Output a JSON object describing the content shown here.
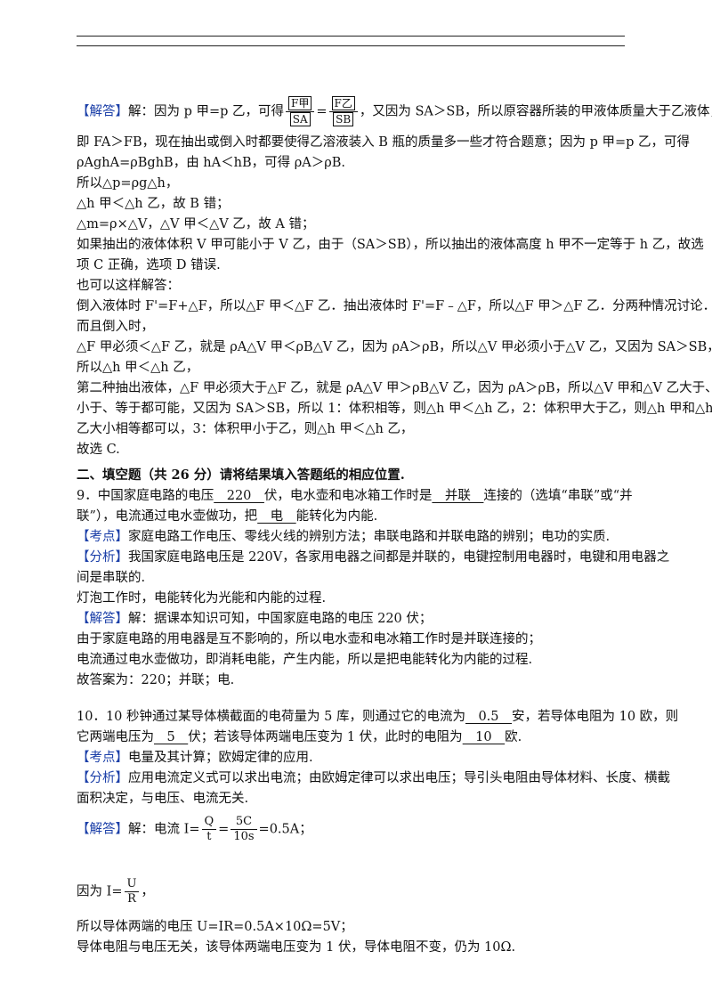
{
  "q8": {
    "l1_tag": "【解答】",
    "l1a": "解：因为 p 甲=p 乙，可得",
    "l1_f1_num": "F甲",
    "l1_f1_den": "SA",
    "l1_eq": "=",
    "l1_f2_num": "F乙",
    "l1_f2_den": "SB",
    "l1b": "，又因为 SA＞SB，所以原容器所装的甲液体质量大于乙液体，",
    "l2": "即 FA＞FB，现在抽出或倒入时都要使得乙溶液装入 B 瓶的质量多一些才符合题意；因为 p 甲=p 乙，可得",
    "l3": "ρAghA=ρBghB，由 hA＜hB，可得 ρA＞ρB.",
    "l4": "所以△p=ρg△h，",
    "l5": "△h 甲＜△h 乙，故 B 错；",
    "l6": "△m=ρ×△V，△V 甲＜△V 乙，故 A 错；",
    "l7": "如果抽出的液体体积 V 甲可能小于 V 乙，由于（SA＞SB），所以抽出的液体高度 h 甲不一定等于 h 乙，故选",
    "l8": "项 C 正确，选项 D 错误.",
    "l9": "也可以这样解答：",
    "l10": "倒入液体时 F'=F+△F，所以△F 甲＜△F 乙．抽出液体时 F'=F﹣△F，所以△F 甲＞△F 乙．分两种情况讨论．",
    "l11": "而且倒入时，",
    "l12": "△F 甲必须＜△F 乙，就是 ρA△V 甲＜ρB△V 乙，因为 ρA＞ρB，所以△V 甲必须小于△V 乙，又因为 SA＞SB，",
    "l13": "所以△h 甲＜△h 乙，",
    "l14": "第二种抽出液体，△F 甲必须大于△F 乙，就是 ρA△V 甲＞ρB△V 乙，因为 ρA＞ρB，所以△V 甲和△V 乙大于、",
    "l15": "小于、等于都可能，又因为 SA＞SB，所以 1：体积相等，则△h 甲＜△h 乙，2：体积甲大于乙，则△h 甲和△h",
    "l16": "乙大小相等都可以，3：体积甲小于乙，则△h 甲＜△h 乙，",
    "l17": "故选 C."
  },
  "section2": "二、填空题（共 26 分）请将结果填入答题纸的相应位置.",
  "q9": {
    "l1a": "9．中国家庭电路的电压",
    "blank1": "　220　",
    "l1b": "伏，电水壶和电冰箱工作时是",
    "blank2": "　并联　",
    "l1c": "连接的（选填“串联”或“并",
    "l2a": "联”），电流通过电水壶做功，把",
    "blank3": "　电　",
    "l2b": "能转化为内能.",
    "kd_tag": "【考点】",
    "kd": "家庭电路工作电压、零线火线的辨别方法；串联电路和并联电路的辨别；电功的实质.",
    "fx_tag": "【分析】",
    "fx1": "我国家庭电路电压是 220V，各家用电器之间都是并联的，电键控制用电器时，电键和用电器之",
    "fx2": "间是串联的.",
    "fx3": "灯泡工作时，电能转化为光能和内能的过程.",
    "jd_tag": "【解答】",
    "jd1": "解：据课本知识可知，中国家庭电路的电压 220 伏；",
    "jd2": "由于家庭电路的用电器是互不影响的，所以电水壶和电冰箱工作时是并联连接的；",
    "jd3": "电流通过电水壶做功，即消耗电能，产生内能，所以是把电能转化为内能的过程.",
    "jd4": "故答案为：220；并联；电."
  },
  "q10": {
    "l1a": "10．10 秒钟通过某导体横截面的电荷量为 5 库，则通过它的电流为",
    "blank1": "　0.5　",
    "l1b": "安，若导体电阻为 10 欧，则",
    "l2a": "它两端电压为",
    "blank2": "　5　",
    "l2b": "伏；若该导体两端电压变为 1 伏，此时的电阻为",
    "blank3": "　10　",
    "l2c": "欧.",
    "kd_tag": "【考点】",
    "kd": "电量及其计算；欧姆定律的应用.",
    "fx_tag": "【分析】",
    "fx1": "应用电流定义式可以求出电流；由欧姆定律可以求出电压；导引头电阻由导体材料、长度、横截",
    "fx2": "面积决定，与电压、电流无关.",
    "jd_tag": "【解答】",
    "jd1a": "解：电流 I=",
    "jd1_f1_num": "Q",
    "jd1_f1_den": "t",
    "jd1_eq": "=",
    "jd1_f2_num": "5C",
    "jd1_f2_den": "10s",
    "jd1b": "=0.5A；",
    "jd2a": "因为 I=",
    "jd2_f_num": "U",
    "jd2_f_den": "R",
    "jd2b": "，",
    "jd3": "所以导体两端的电压 U=IR=0.5A×10Ω=5V；",
    "jd4": "导体电阻与电压无关，该导体两端电压变为 1 伏，导体电阻不变，仍为 10Ω."
  }
}
